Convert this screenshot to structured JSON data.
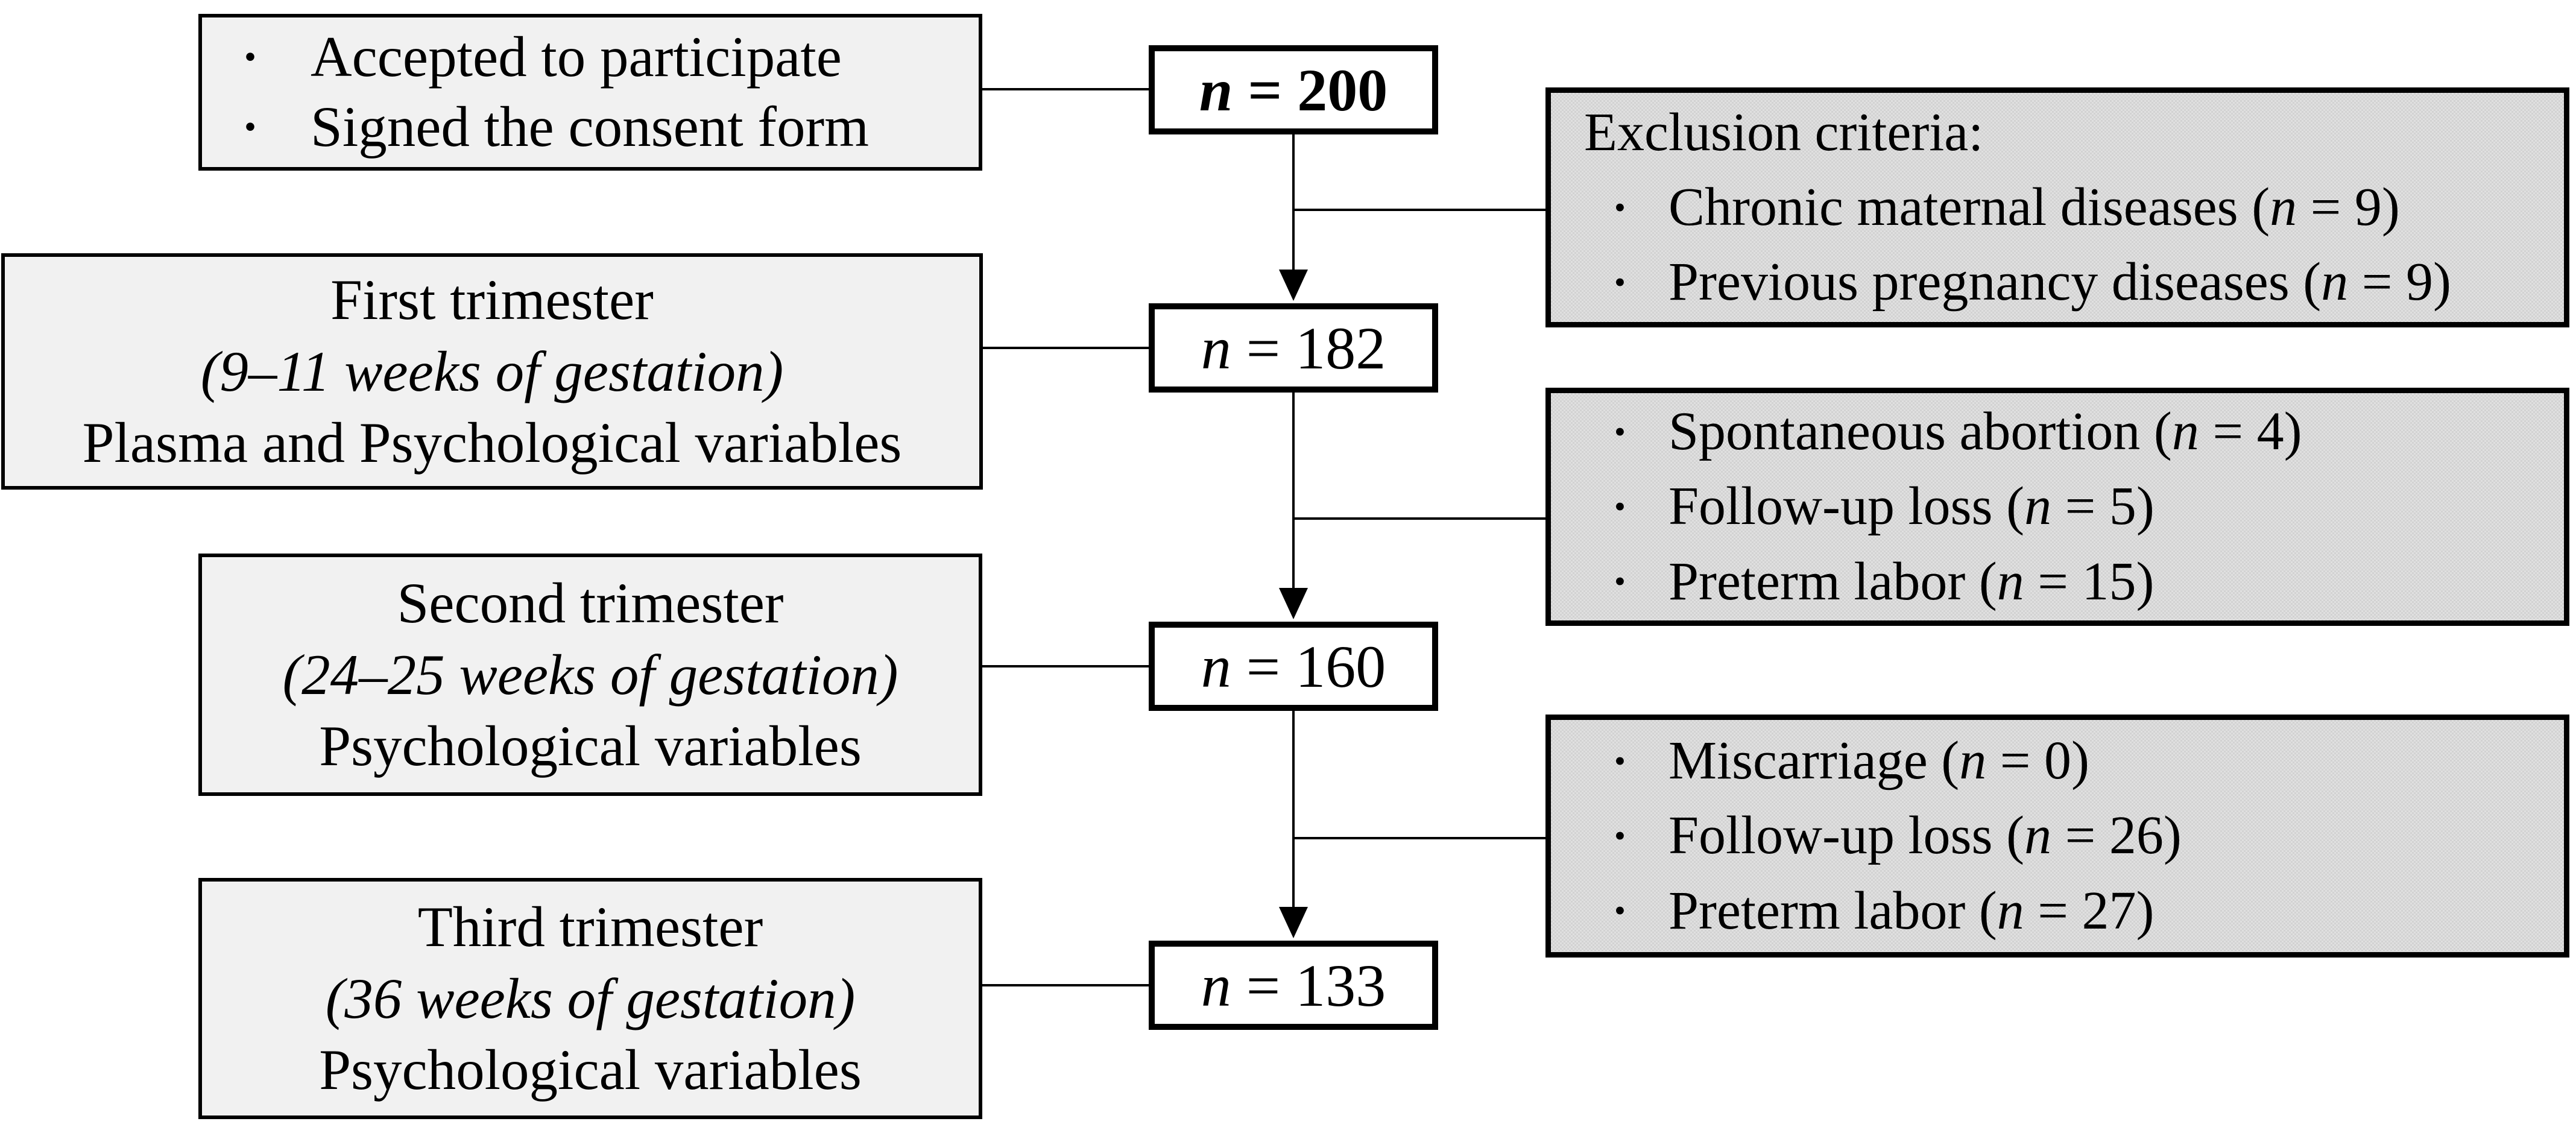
{
  "colors": {
    "background": "#ffffff",
    "text": "#000000",
    "border": "#000000",
    "connector": "#000000",
    "stage_box_bg": "#f1f1f1",
    "count_box_bg": "#ffffff",
    "exclusion_box_bg": "#e0e0e0",
    "exclusion_check": "#d2d2d2"
  },
  "chars": {
    "bullet": "•"
  },
  "entry_box": {
    "items": [
      "Accepted to participate",
      "Signed the consent form"
    ]
  },
  "count_boxes": [
    {
      "var": "n",
      "eq": " = ",
      "value": "200",
      "weight": "bold"
    },
    {
      "var": "n",
      "eq": " = ",
      "value": "182",
      "weight": "normal"
    },
    {
      "var": "n",
      "eq": " = ",
      "value": "160",
      "weight": "normal"
    },
    {
      "var": "n",
      "eq": " = ",
      "value": "133",
      "weight": "normal"
    }
  ],
  "stage_boxes": [
    {
      "title": "First trimester",
      "subtitle": "(9–11 weeks of gestation)",
      "detail": "Plasma and Psychological variables"
    },
    {
      "title": "Second trimester",
      "subtitle": "(24–25 weeks of gestation)",
      "detail": "Psychological variables"
    },
    {
      "title": "Third trimester",
      "subtitle": "(36 weeks of gestation)",
      "detail": "Psychological variables"
    }
  ],
  "exclusion_boxes": [
    {
      "header": "Exclusion criteria:",
      "items": [
        {
          "label": "Chronic maternal diseases (",
          "var": "n",
          "suffix": " = 9)"
        },
        {
          "label": "Previous pregnancy diseases (",
          "var": "n",
          "suffix": " = 9)"
        }
      ]
    },
    {
      "items": [
        {
          "label": "Spontaneous abortion (",
          "var": "n",
          "suffix": " = 4)"
        },
        {
          "label": "Follow-up loss (",
          "var": "n",
          "suffix": " = 5)"
        },
        {
          "label": "Preterm labor (",
          "var": "n",
          "suffix": " = 15)"
        }
      ]
    },
    {
      "items": [
        {
          "label": "Miscarriage (",
          "var": "n",
          "suffix": " = 0)"
        },
        {
          "label": "Follow-up loss (",
          "var": "n",
          "suffix": " = 26)"
        },
        {
          "label": "Preterm labor (",
          "var": "n",
          "suffix": " = 27)"
        }
      ]
    }
  ]
}
